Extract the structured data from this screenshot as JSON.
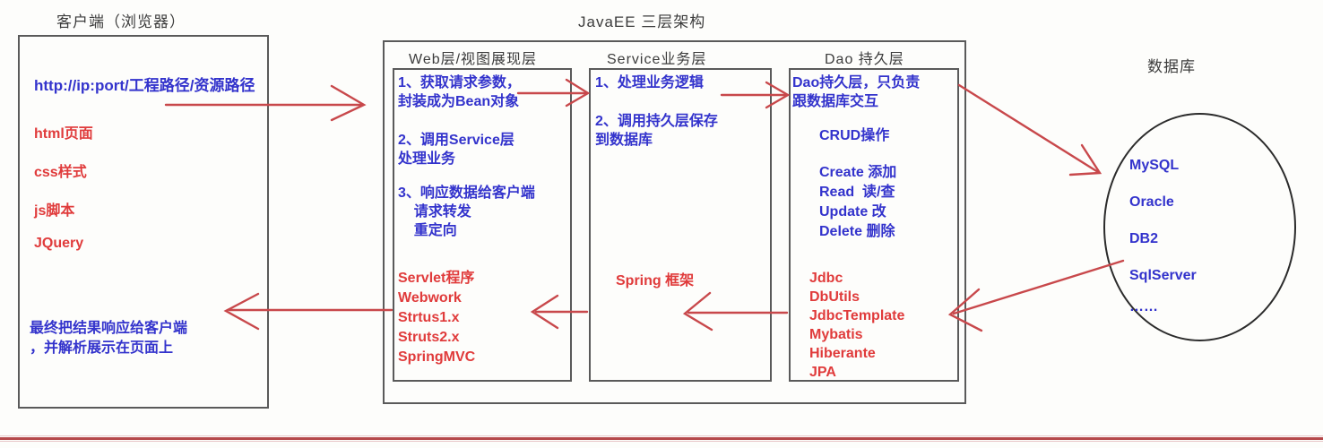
{
  "diagram": {
    "title": "JavaEE 三层架构",
    "accent_red": "#e03b3b",
    "accent_blue": "#3333cc",
    "line_gray": "#5a5a5a",
    "bottom_rule_color": "#b5494b"
  },
  "client": {
    "caption": "客户端（浏览器）",
    "url_line": "http://ip:port/工程路径/资源路径",
    "items": [
      "html页面",
      "css样式",
      "js脚本",
      "JQuery"
    ],
    "footer_line1": "最终把结果响应给客户端",
    "footer_line2": "，并解析展示在页面上"
  },
  "web_layer": {
    "caption": "Web层/视图展现层",
    "steps": [
      "1、获取请求参数，\n封装成为Bean对象",
      "2、调用Service层\n处理业务",
      "3、响应数据给客户端\n    请求转发\n    重定向"
    ],
    "tech": [
      "Servlet程序",
      "Webwork",
      "Strtus1.x",
      "Struts2.x",
      "SpringMVC"
    ]
  },
  "service_layer": {
    "caption": "Service业务层",
    "steps": [
      "1、处理业务逻辑",
      "2、调用持久层保存\n到数据库"
    ],
    "tech": [
      "Spring 框架"
    ]
  },
  "dao_layer": {
    "caption": "Dao 持久层",
    "desc": "Dao持久层，只负责\n跟数据库交互",
    "crud_title": "CRUD操作",
    "crud_items": [
      "Create 添加",
      "Read  读/查",
      "Update 改",
      "Delete 删除"
    ],
    "tech": [
      "Jdbc",
      "DbUtils",
      "JdbcTemplate",
      "Mybatis",
      "Hiberante",
      "JPA"
    ]
  },
  "database": {
    "caption": "数据库",
    "items": [
      "MySQL",
      "Oracle",
      "DB2",
      "SqlServer",
      "……"
    ]
  }
}
